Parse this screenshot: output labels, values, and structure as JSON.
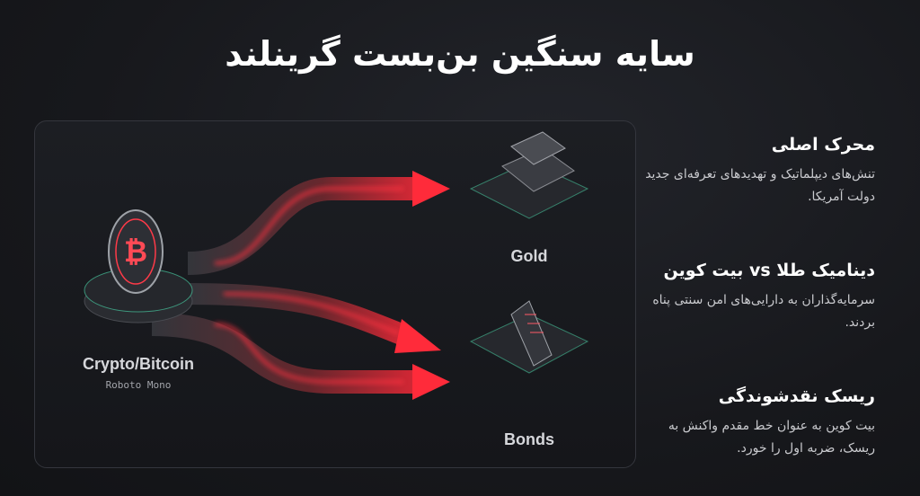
{
  "title": "سایه سنگین بن‌بست گرینلند",
  "diagram": {
    "source_label": "Crypto/Bitcoin",
    "source_sublabel": "Roboto Mono",
    "targets": [
      {
        "label": "Gold"
      },
      {
        "label": "Bonds"
      }
    ],
    "accent": "#ff2b3a",
    "glow": "#4de0b0"
  },
  "points": [
    {
      "heading": "محرک اصلی",
      "body": "تنش‌های دیپلماتیک و تهدیدهای تعرفه‌ای جدید دولت آمریکا."
    },
    {
      "heading": "دینامیک طلا vs بیت کوین",
      "body": "سرمایه‌گذاران به دارایی‌های امن سنتی پناه بردند."
    },
    {
      "heading": "ریسک نقدشوندگی",
      "body": "بیت کوین به عنوان خط مقدم واکنش به ریسک، ضربه اول را خورد."
    }
  ]
}
